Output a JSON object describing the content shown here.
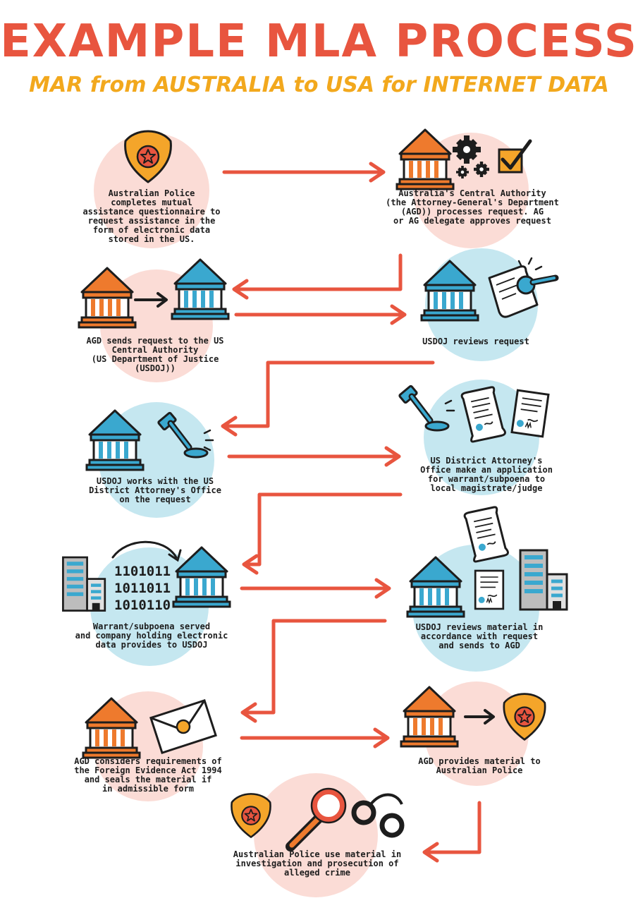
{
  "title": "EXAMPLE MLA PROCESS",
  "subtitle": "MAR from AUSTRALIA to USA for INTERNET DATA",
  "colors": {
    "title": "#e8553f",
    "subtitle": "#f2a81d",
    "arrow": "#e8553f",
    "pink_circle": "#fbdcd6",
    "blue_circle": "#c5e7f0",
    "aus_building": "#ee7a2d",
    "us_building": "#3aa8cf",
    "badge": "#f4a52a",
    "outline": "#1d1d1d"
  },
  "steps": [
    {
      "id": "step1",
      "text": "Australian Police\ncompletes mutual\nassistance questionnaire to\nrequest assistance in the\nform of electronic data\nstored in the US.",
      "icons": [
        "police-badge-icon"
      ]
    },
    {
      "id": "step2",
      "text": "Australia's Central Authority\n(the Attorney-General's Department\n(AGD)) processes request. AG\nor AG delegate approves request",
      "icons": [
        "government-building-icon",
        "gears-icon",
        "checkbox-tick-icon"
      ]
    },
    {
      "id": "step3",
      "text": "AGD sends request to the US\nCentral Authority\n(US Department of Justice\n(USDOJ))",
      "icons": [
        "australian-building-icon",
        "arrow-icon",
        "us-building-icon"
      ]
    },
    {
      "id": "step4",
      "text": "USDOJ reviews request",
      "icons": [
        "us-building-icon",
        "document-magnifier-icon"
      ]
    },
    {
      "id": "step5",
      "text": "USDOJ works with the US\nDistrict Attorney's Office\non the request",
      "icons": [
        "us-building-icon",
        "gavel-icon"
      ]
    },
    {
      "id": "step6",
      "text": "US District Attorney's\nOffice make an application\nfor warrant/subpoena to\nlocal magistrate/judge",
      "icons": [
        "gavel-icon",
        "scroll-document-icon",
        "warrant-document-icon"
      ]
    },
    {
      "id": "step7",
      "text": "Warrant/subpoena served\nand company holding electronic\ndata provides to USDOJ",
      "icons": [
        "office-building-icon",
        "binary-data-icon",
        "us-building-icon"
      ],
      "binary": [
        "1101011",
        "1011011",
        "1010110"
      ]
    },
    {
      "id": "step8",
      "text": "USDOJ reviews material in\naccordance with request\nand sends to AGD",
      "icons": [
        "us-building-icon",
        "scroll-document-icon",
        "warrant-document-icon",
        "office-building-icon"
      ]
    },
    {
      "id": "step9",
      "text": "AGD considers requirements of\nthe Foreign Evidence Act 1994\nand seals the material if\nin admissible form",
      "icons": [
        "australian-building-icon",
        "sealed-envelope-icon"
      ]
    },
    {
      "id": "step10",
      "text": "AGD provides material to\nAustralian Police",
      "icons": [
        "australian-building-icon",
        "arrow-icon",
        "police-badge-icon"
      ]
    },
    {
      "id": "step11",
      "text": "Australian Police use material in\ninvestigation and prosecution of\nalleged crime",
      "icons": [
        "police-badge-icon",
        "magnifying-glass-icon",
        "handcuffs-icon"
      ]
    }
  ]
}
